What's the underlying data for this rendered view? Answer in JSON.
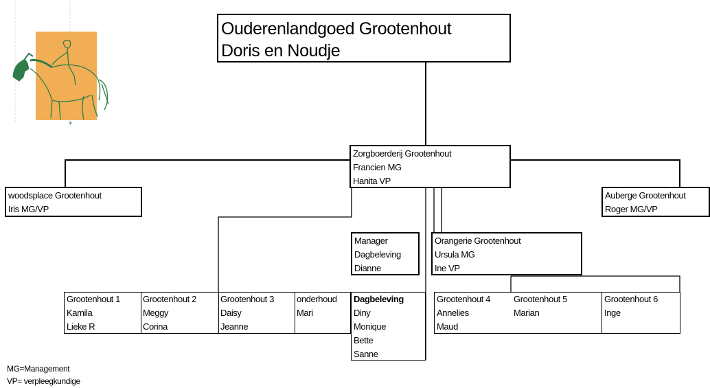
{
  "top": {
    "line1": "Ouderenlandgoed Grootenhout",
    "line2": "Doris en Noudje"
  },
  "zorg": {
    "line1": "Zorgboerderij Grootenhout",
    "line2": "Francien MG",
    "line3": "Hanita VP"
  },
  "woodsplace": {
    "line1": "woodsplace Grootenhout",
    "line2": "Iris MG/VP"
  },
  "auberge": {
    "line1": "Auberge Grootenhout",
    "line2": "Roger MG/VP"
  },
  "manager": {
    "line1": "Manager",
    "line2": "Dagbeleving",
    "line3": "Dianne"
  },
  "orangerie": {
    "line1": "Orangerie  Grootenhout",
    "line2": "Ursula MG",
    "line3": "Ine VP"
  },
  "units": [
    {
      "name": "Grootenhout 1",
      "people": [
        "Kamila",
        "Lieke R"
      ]
    },
    {
      "name": "Grootenhout 2",
      "people": [
        "Meggy",
        "Corina"
      ]
    },
    {
      "name": "Grootenhout 3",
      "people": [
        "Daisy",
        "Jeanne"
      ]
    },
    {
      "name": "onderhoud",
      "people": [
        "Mari"
      ]
    },
    {
      "name": "Dagbeleving",
      "people": [
        "Diny",
        "Monique",
        "Bette",
        "Sanne"
      ]
    },
    {
      "name": "Grootenhout 4",
      "people": [
        "Annelies",
        "Maud"
      ]
    },
    {
      "name": "Grootenhout 5",
      "people": [
        "Marian"
      ]
    },
    {
      "name": "Grootenhout 6",
      "people": [
        "Inge"
      ]
    }
  ],
  "legend": {
    "mg": "MG=Management",
    "vp": "VP= verpleegkundige"
  },
  "colors": {
    "logo_orange": "#F2AE55",
    "logo_green": "#2E7D4A",
    "line": "#000000"
  }
}
